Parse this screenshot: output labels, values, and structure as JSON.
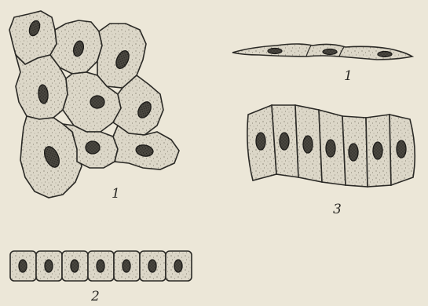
{
  "labels": {
    "squamous_surface_view": "1",
    "squamous_side_view": "1",
    "cuboidal": "2",
    "columnar": "3"
  },
  "colors": {
    "background": "#ece7d8",
    "cell_fill": "#dcd7c8",
    "outline": "#2b2a26",
    "nucleus": "#3a3833"
  }
}
